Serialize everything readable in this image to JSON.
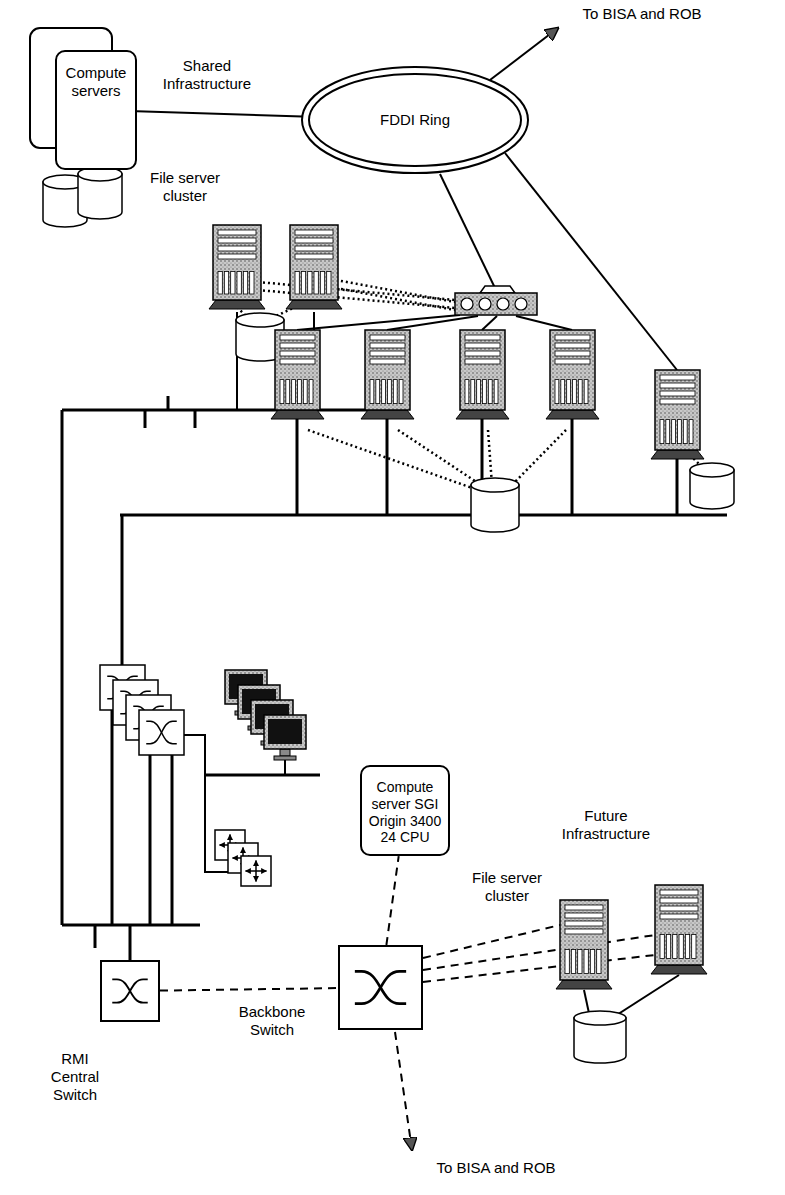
{
  "diagram": {
    "nodes": [
      {
        "text": [
          "Compute servers"
        ]
      },
      {
        "text": [
          "FDDI Ring"
        ]
      },
      {
        "text": [
          "Compute server SGI Origin 3400 24 CPU"
        ]
      },
      {
        "text": [
          "RMI Central Switch"
        ]
      },
      {
        "text": [
          "Backbone Switch"
        ]
      }
    ],
    "edges": [
      {
        "from": 0,
        "to": 1,
        "arrow": "none"
      },
      {
        "from": 3,
        "to": 4,
        "arrow": "none"
      },
      {
        "from": 4,
        "to": 2,
        "arrow": "none"
      }
    ],
    "labels": [
      "To BISA and ROB",
      "Shared Infrastructure",
      "File server cluster",
      "Future Infrastructure",
      "File server cluster",
      "To BISA and ROB"
    ]
  }
}
